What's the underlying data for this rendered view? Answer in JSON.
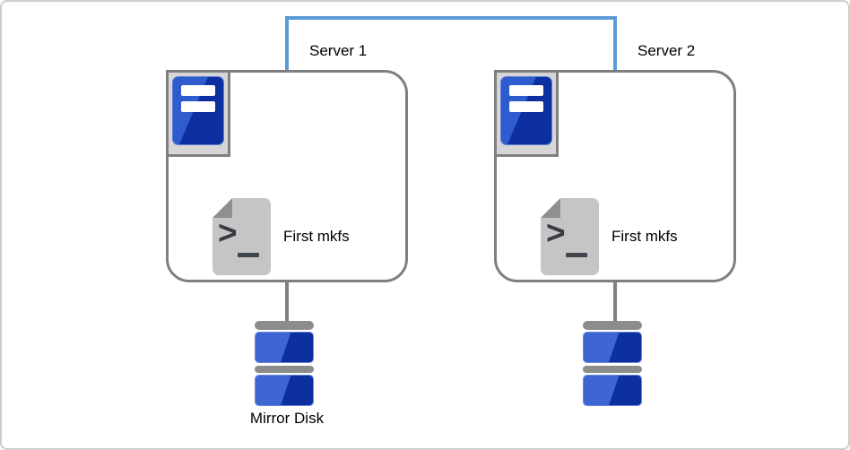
{
  "diagram": {
    "connector_color": "#5b9bd5",
    "box_border_color": "#7f7f7f",
    "disk_icon_colors": {
      "gray": "#8c8c8c",
      "blue_light": "#3e66d2",
      "blue_dark": "#0d309f"
    },
    "server_icon_colors": {
      "frame": "#d6d6d6",
      "blue_light": "#2e5ccf",
      "blue_dark": "#0e2f9f",
      "bars": "#ffffff"
    },
    "script_icon": {
      "body": "#c5c5c5",
      "fold": "#8f8f8f",
      "prompt_glyph": ">",
      "cursor_glyph": "_"
    },
    "icons": [
      "server-tower-icon",
      "terminal-script-icon",
      "disk-stack-icon"
    ],
    "servers": [
      {
        "label": "Server 1",
        "script_label": "First mkfs",
        "disk_label": "Mirror Disk"
      },
      {
        "label": "Server 2",
        "script_label": "First mkfs",
        "disk_label": ""
      }
    ]
  }
}
